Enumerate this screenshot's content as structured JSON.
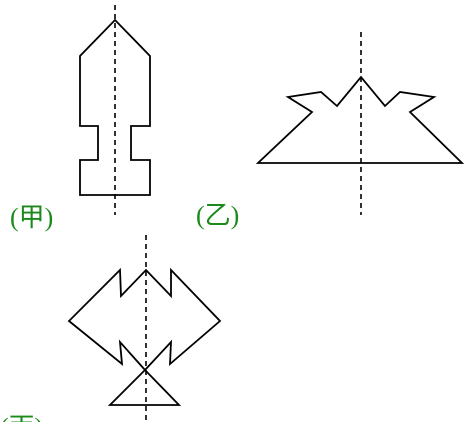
{
  "figures": [
    {
      "id": "jia",
      "label": "(甲)"
    },
    {
      "id": "yi",
      "label": "(乙)"
    },
    {
      "id": "bing",
      "label": "(丙)"
    }
  ],
  "colors": {
    "outline": "#000000",
    "axis": "#000000",
    "label": "#1a8a1a",
    "background": "#ffffff"
  }
}
